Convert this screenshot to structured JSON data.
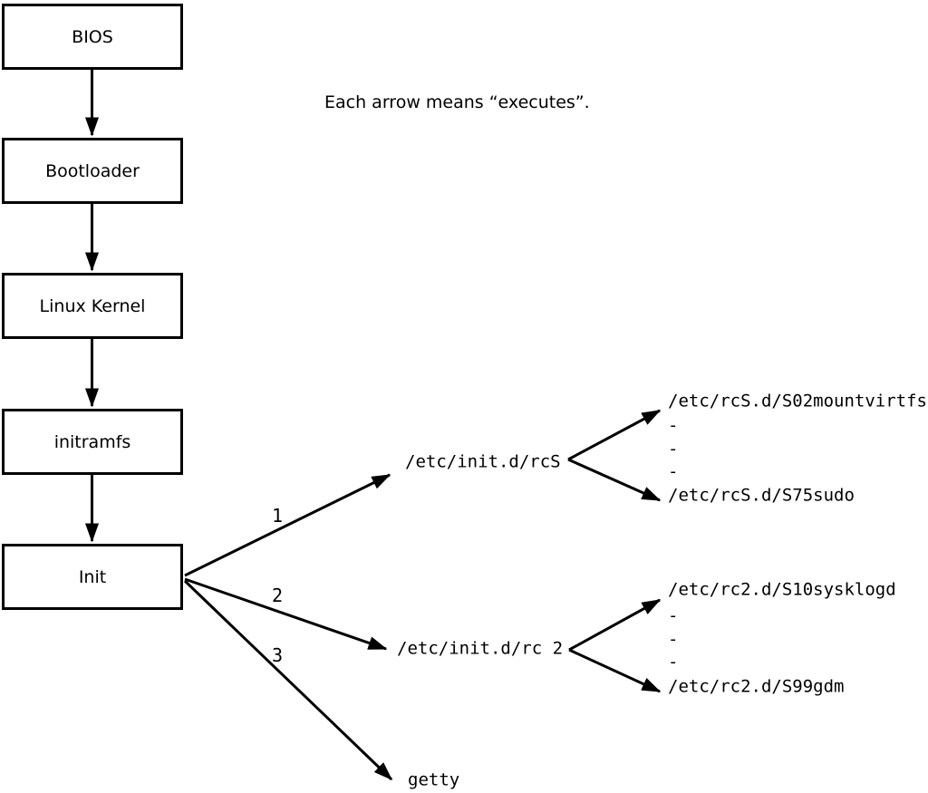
{
  "note": "Each arrow means “executes”.",
  "chain": [
    {
      "label": "BIOS"
    },
    {
      "label": "Bootloader"
    },
    {
      "label": "Linux Kernel"
    },
    {
      "label": "initramfs"
    },
    {
      "label": "Init"
    }
  ],
  "branches": [
    {
      "number": "1",
      "target": "/etc/init.d/rcS"
    },
    {
      "number": "2",
      "target": "/etc/init.d/rc 2"
    },
    {
      "number": "3",
      "target": "getty"
    }
  ],
  "rcS_children": [
    "/etc/rcS.d/S02mountvirtfs",
    "-",
    "-",
    "-",
    "/etc/rcS.d/S75sudo"
  ],
  "rc2_children": [
    "/etc/rc2.d/S10sysklogd",
    "-",
    "-",
    "-",
    "/etc/rc2.d/S99gdm"
  ],
  "colors": {
    "line": "#000000",
    "background": "#ffffff"
  }
}
